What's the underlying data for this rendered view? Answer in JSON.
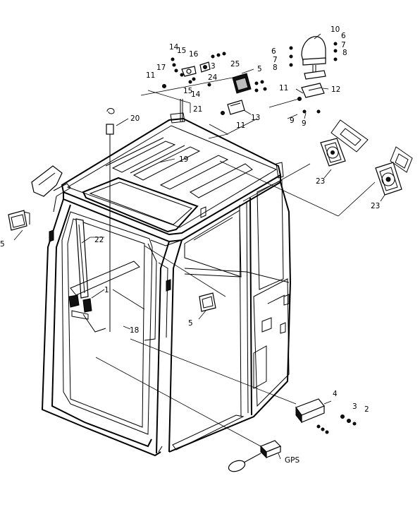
{
  "callouts": {
    "c1": "1",
    "c2": "2",
    "c3a": "3",
    "c3b": "3",
    "c4": "4",
    "c5a": "5",
    "c5b": "5",
    "c5c": "5",
    "c6a": "6",
    "c6b": "6",
    "c7a": "7",
    "c7b": "7",
    "c8a": "8",
    "c8b": "8",
    "c9a": "9",
    "c9b": "9",
    "c10": "10",
    "c11a": "11",
    "c11b": "11",
    "c11c": "11",
    "c12": "12",
    "c13": "13",
    "c14a": "14",
    "c14b": "14",
    "c15a": "15",
    "c15b": "15",
    "c16": "16",
    "c17": "17",
    "c18": "18",
    "c19": "19",
    "c20": "20",
    "c21": "21",
    "c22": "22",
    "c23a": "23",
    "c23b": "23",
    "c24": "24",
    "c25": "25",
    "gps": "GPS"
  }
}
